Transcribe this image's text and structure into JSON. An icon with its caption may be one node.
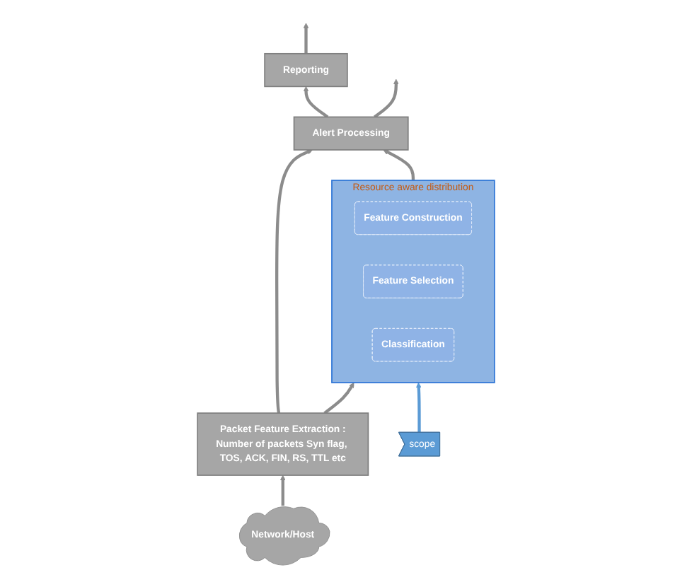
{
  "diagram": {
    "nodes": [
      {
        "text": [
          "Reporting"
        ]
      },
      {
        "text": [
          "Alert Processing"
        ]
      },
      {
        "text": [
          "Resource aware distribution"
        ]
      },
      {
        "text": [
          "Feature Construction"
        ],
        "in": 2
      },
      {
        "text": [
          "Feature Selection"
        ],
        "in": 2
      },
      {
        "text": [
          "Classification"
        ],
        "in": 2
      },
      {
        "text": [
          "Packet Feature Extraction :",
          "Number of packets Syn flag, TOS, ACK, FIN, RS, TTL etc"
        ]
      },
      {
        "text": [
          "Network/Host"
        ]
      },
      {
        "text": [
          "scope"
        ]
      }
    ],
    "edges": [
      {
        "from": 7,
        "to": 6,
        "arrow": "to"
      },
      {
        "from": 6,
        "to": 2,
        "arrow": "to"
      },
      {
        "from": 6,
        "to": 1,
        "arrow": "to"
      },
      {
        "from": 2,
        "to": 1,
        "arrow": "to"
      },
      {
        "from": 1,
        "to": 0,
        "arrow": "to"
      },
      {
        "from": 0,
        "to": null,
        "arrow": "to"
      },
      {
        "from": 1,
        "to": null,
        "arrow": "to"
      },
      {
        "from": 8,
        "to": 2,
        "arrow": "to",
        "color": "#5b9bd5"
      }
    ]
  }
}
